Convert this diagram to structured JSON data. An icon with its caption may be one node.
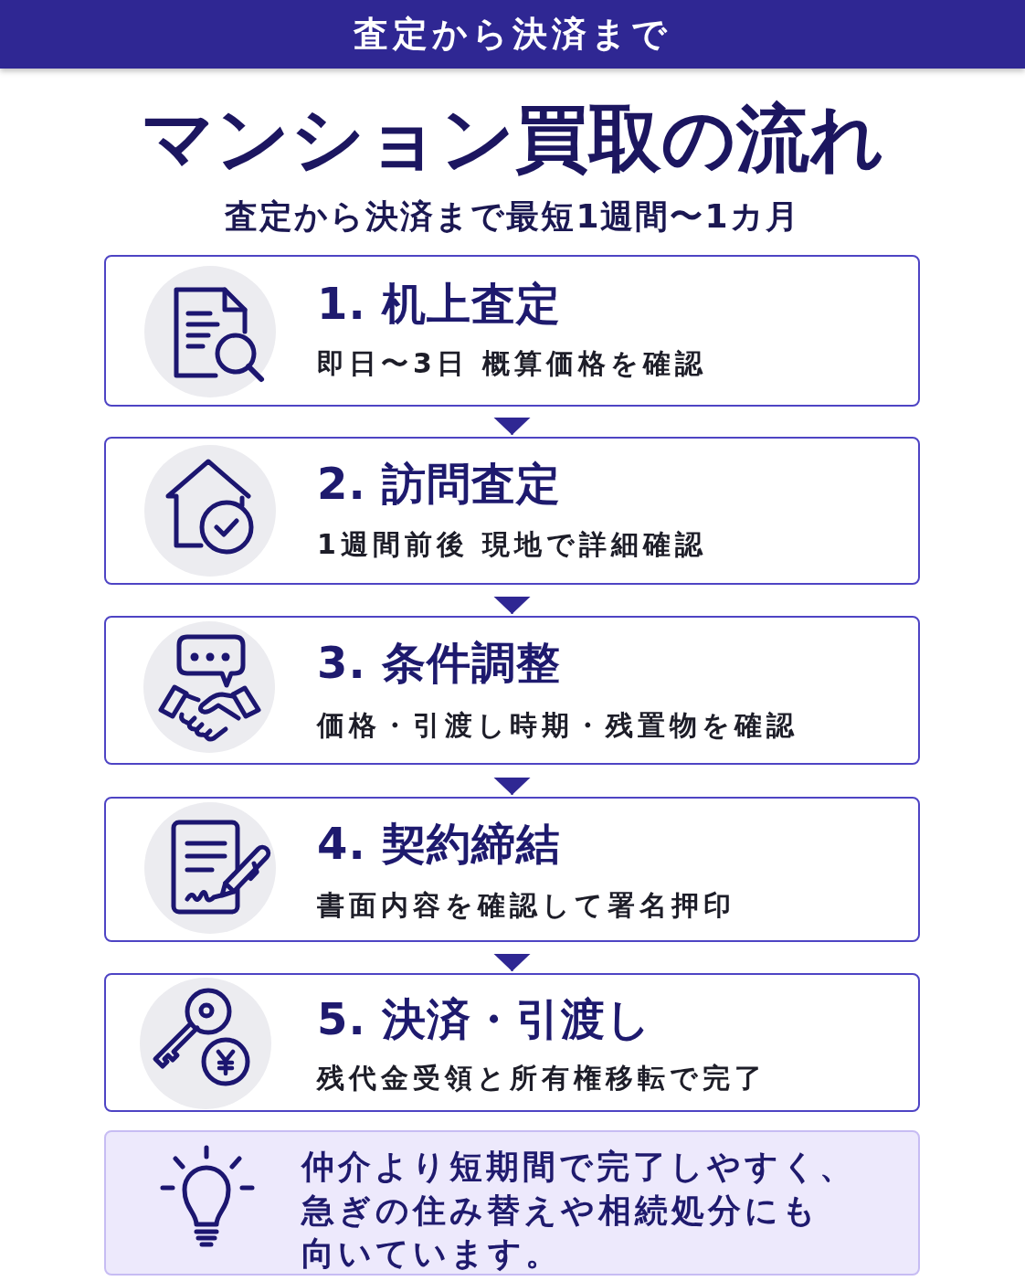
{
  "diagram": {
    "title": "マンション買取の流れ",
    "nodes": [
      {
        "text": [
          "査定から決済まで"
        ]
      },
      {
        "text": [
          "1. 机上査定",
          "即日〜3日 概算価格を確認"
        ]
      },
      {
        "text": [
          "2. 訪問査定",
          "1週間前後 現地で詳細確認"
        ]
      },
      {
        "text": [
          "3. 条件調整",
          "価格・引渡し時期・残置物を確認"
        ]
      },
      {
        "text": [
          "4. 契約締結",
          "書面内容を確認して署名押印"
        ]
      },
      {
        "text": [
          "5. 決済・引渡し",
          "残代金受領と所有権移転で完了"
        ]
      },
      {
        "text": [
          "仲介より短期間で完了しやすく、急ぎの住み替えや相続処分にも向いています。"
        ]
      }
    ],
    "edges": [
      {
        "from": 1,
        "to": 2,
        "arrow": "to"
      },
      {
        "from": 2,
        "to": 3,
        "arrow": "to"
      },
      {
        "from": 3,
        "to": 4,
        "arrow": "to"
      },
      {
        "from": 4,
        "to": 5,
        "arrow": "to"
      }
    ],
    "labels": [
      "査定から決済まで最短1週間〜1カ月"
    ]
  }
}
